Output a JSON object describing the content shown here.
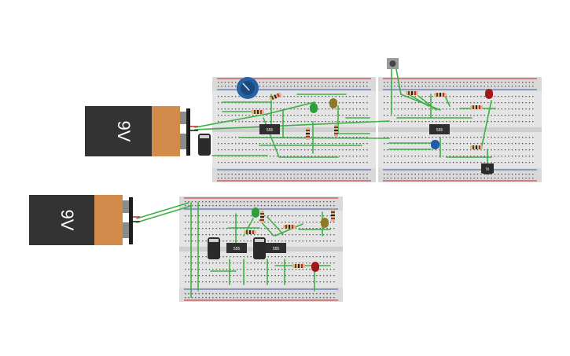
{
  "batteries": [
    {
      "label": "9V"
    },
    {
      "label": "9V"
    }
  ],
  "chips": [
    {
      "label": "555"
    },
    {
      "label": "555"
    },
    {
      "label": "555"
    },
    {
      "label": "555"
    }
  ],
  "colors": {
    "wire": "#3cb043",
    "battery_body": "#333333",
    "battery_cap": "#d28b4a",
    "led_green": "#2e9e3a",
    "led_red": "#a01818",
    "led_yellow": "#8c7a24",
    "led_blue": "#1e5aa8",
    "potentiometer": "#2563a6"
  }
}
